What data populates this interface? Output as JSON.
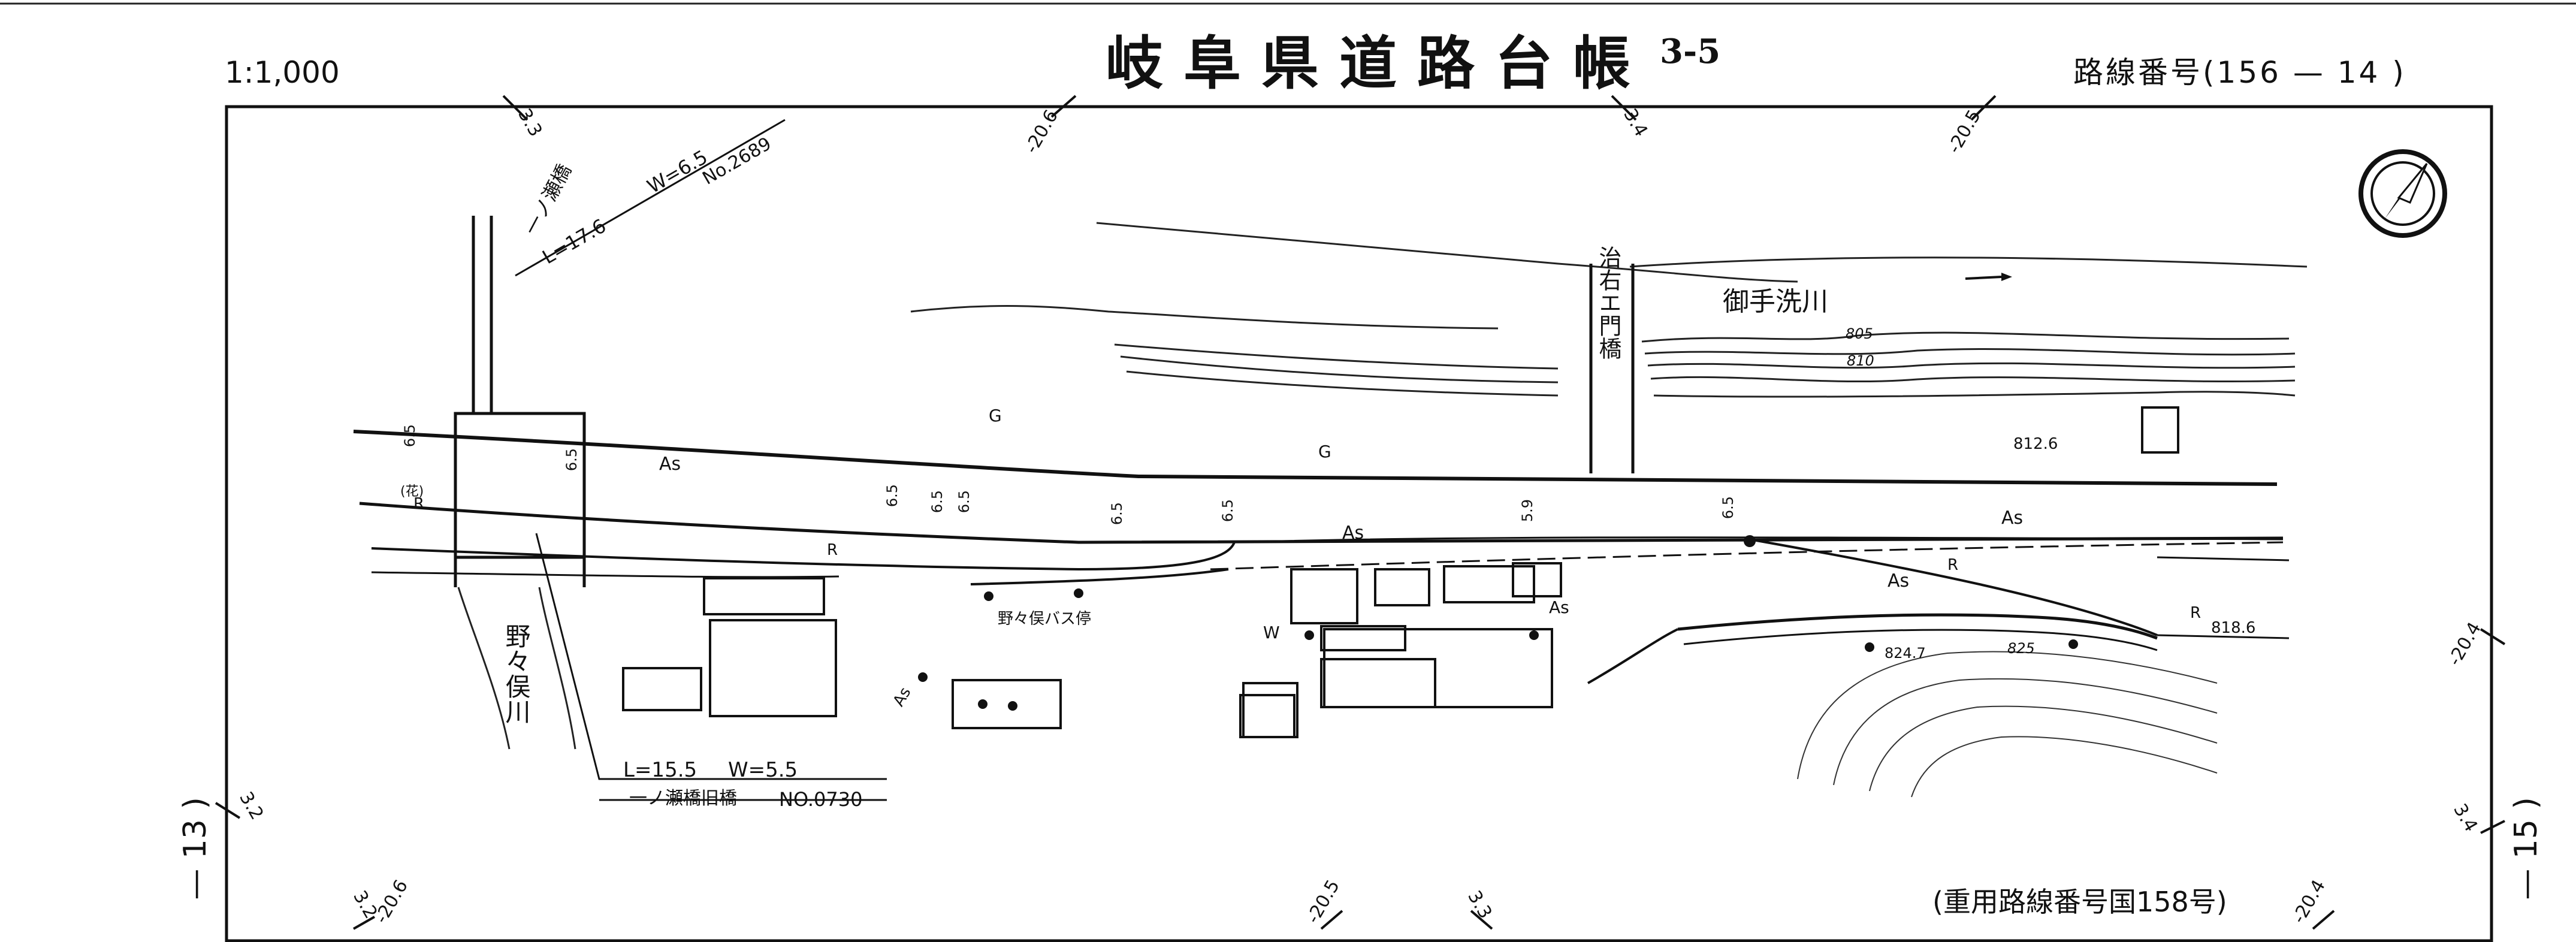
{
  "header": {
    "scale": "1:1,000",
    "title": "岐阜県道路台帳",
    "sheet_number": "3-5",
    "route_label": "路線番号(156 — 14 )"
  },
  "footer": {
    "shared_route": "(重用路線番号国158号)"
  },
  "side_labels": {
    "left_sheet": "— 13 )",
    "right_sheet": "— 15 )"
  },
  "map": {
    "rivers": {
      "mitarai": "御手洗川",
      "nonomata": "野々俣川"
    },
    "bridges": {
      "jiuemon": "治右エ門橋",
      "ichinose": "一ノ瀬橋",
      "ichinose_spec": {
        "length": "L=17.6",
        "width": "W=6.5",
        "no": "No.2689"
      },
      "ichinose_old": "一ノ瀬橋旧橋",
      "ichinose_old_spec": {
        "length": "L=15.5",
        "width": "W=5.5",
        "no": "NO.0730"
      }
    },
    "bus_stop": "野々俣バス停",
    "surface": {
      "asphalt": "As",
      "gravel": "G",
      "retaining": "R",
      "flower": "(花)",
      "water": "W"
    },
    "road_widths": [
      "6.5",
      "6.5",
      "6.5",
      "6.5",
      "6.5",
      "6.5",
      "6.5",
      "5.9",
      "6.5"
    ],
    "elevations": [
      "805",
      "810",
      "812.6",
      "818.6",
      "824.7",
      "825"
    ],
    "grid_labels": {
      "top": [
        "3.3",
        "-20.6",
        "3.4",
        "-20.5"
      ],
      "right": [
        "-20.4",
        "3.4"
      ],
      "bottom": [
        "3.2",
        "-20.6",
        "-20.5",
        "3.3",
        "-20.4"
      ],
      "left": [
        "3.2"
      ]
    }
  },
  "icons": {
    "north": "north-arrow-icon",
    "flow": "flow-arrow-icon"
  }
}
